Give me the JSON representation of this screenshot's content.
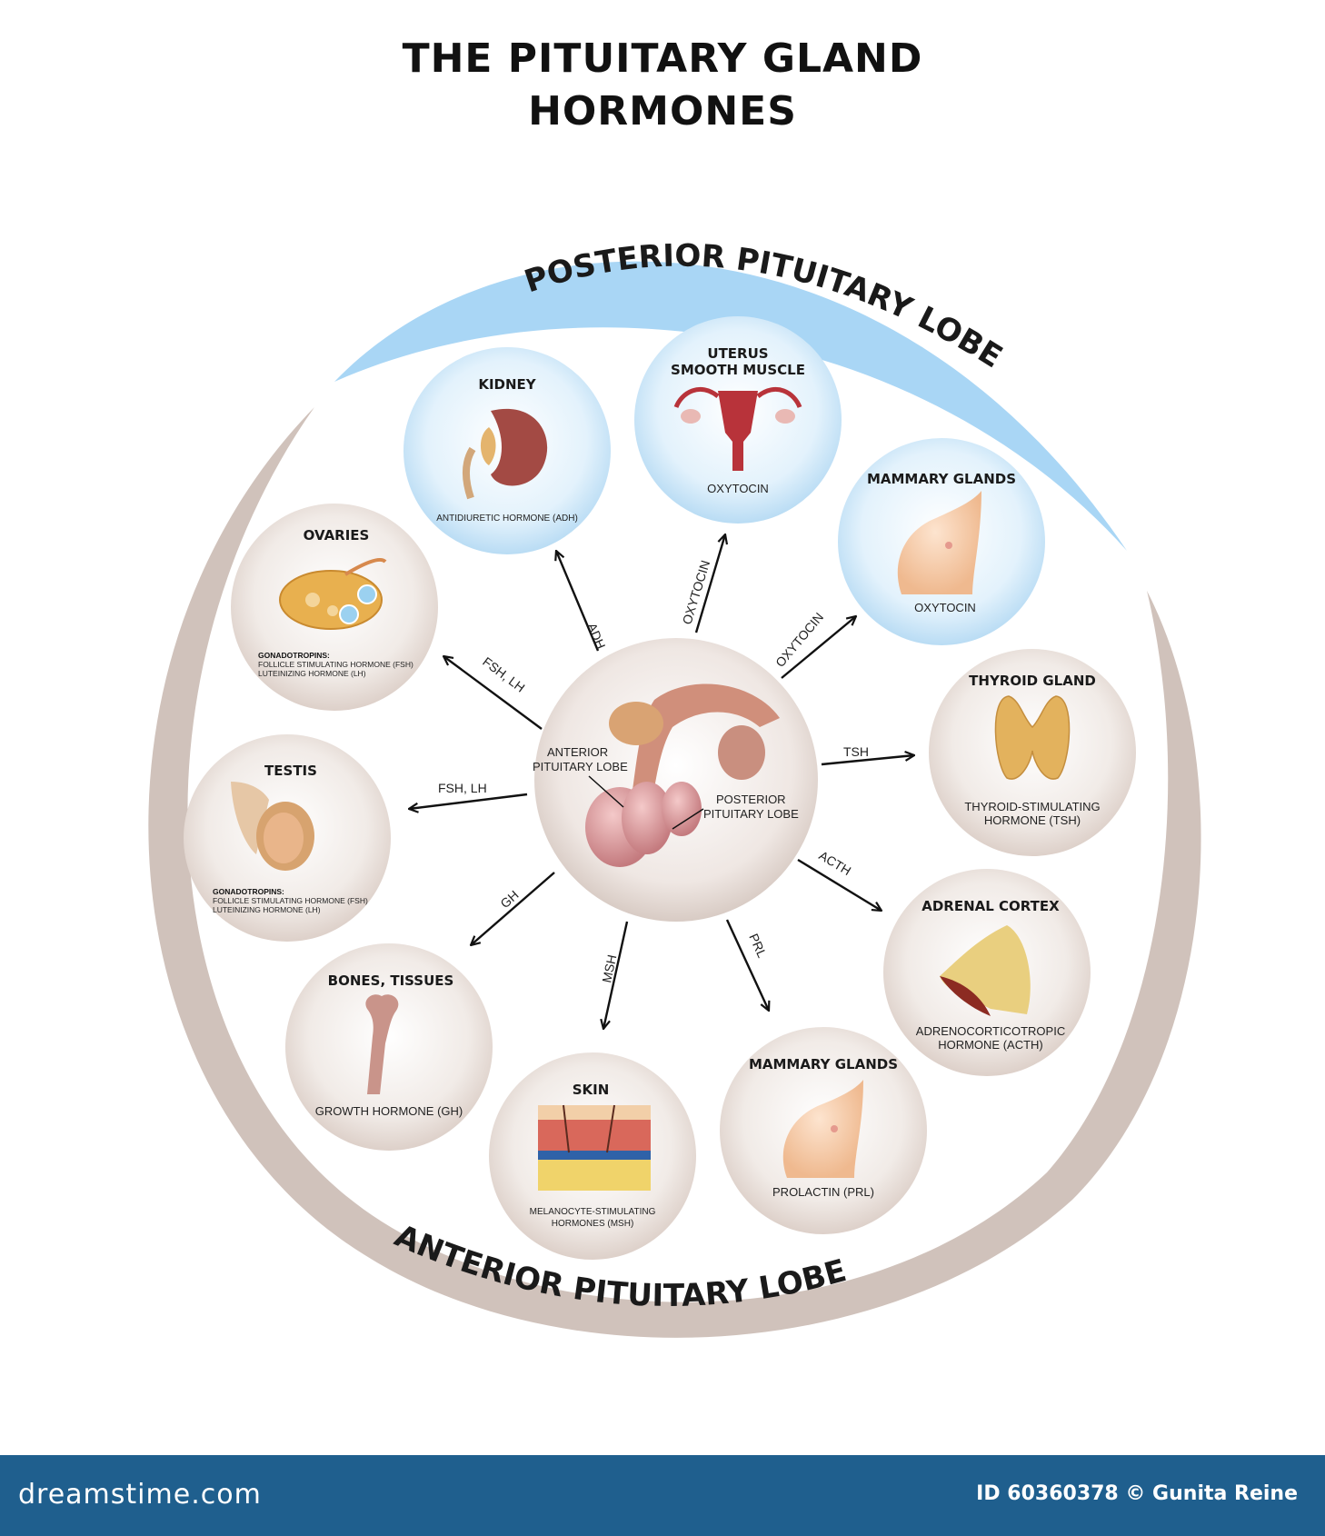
{
  "title": {
    "line1": "THE PITUITARY GLAND",
    "line2": "HORMONES"
  },
  "arcs": {
    "posterior": "POSTERIOR PITUITARY LOBE",
    "anterior": "ANTERIOR PITUITARY LOBE"
  },
  "center": {
    "anterior_line1": "ANTERIOR",
    "anterior_line2": "PITUITARY LOBE",
    "posterior_line1": "POSTERIOR",
    "posterior_line2": "PITUITARY LOBE"
  },
  "targets": {
    "kidney": {
      "title": "KIDNEY",
      "hormone": "ANTIDIURETIC HORMONE (ADH)"
    },
    "uterus": {
      "title1": "UTERUS",
      "title2": "SMOOTH MUSCLE",
      "hormone": "OXYTOCIN"
    },
    "mammary_posterior": {
      "title": "MAMMARY GLANDS",
      "hormone": "OXYTOCIN"
    },
    "thyroid": {
      "title": "THYROID GLAND",
      "hormone1": "THYROID-STIMULATING",
      "hormone2": "HORMONE (TSH)"
    },
    "adrenal": {
      "title": "ADRENAL CORTEX",
      "hormone1": "ADRENOCORTICOTROPIC",
      "hormone2": "HORMONE (ACTH)"
    },
    "mammary_anterior": {
      "title": "MAMMARY GLANDS",
      "hormone": "PROLACTIN (PRL)"
    },
    "skin": {
      "title": "SKIN",
      "hormone1": "MELANOCYTE-STIMULATING",
      "hormone2": "HORMONES (MSH)"
    },
    "bones": {
      "title": "BONES, TISSUES",
      "hormone": "GROWTH HORMONE (GH)"
    },
    "testis": {
      "title": "TESTIS",
      "hormone1": "GONADOTROPINS:",
      "hormone2": "FOLLICLE STIMULATING HORMONE (FSH)",
      "hormone3": "LUTEINIZING HORMONE (LH)"
    },
    "ovaries": {
      "title": "OVARIES",
      "hormone1": "GONADOTROPINS:",
      "hormone2": "FOLLICLE STIMULATING HORMONE (FSH)",
      "hormone3": "LUTEINIZING HORMONE (LH)"
    }
  },
  "arrows": {
    "adh": "ADH",
    "oxytocin_uterus": "OXYTOCIN",
    "oxytocin_mammary": "OXYTOCIN",
    "tsh": "TSH",
    "acth": "ACTH",
    "prl": "PRL",
    "msh": "MSH",
    "gh": "GH",
    "fsh_lh_testis": "FSH, LH",
    "fsh_lh_ovaries": "FSH, LH"
  },
  "footer": {
    "logo": "dreamstime.com",
    "credit": "ID 60360378 © Gunita Reine"
  },
  "colors": {
    "posterior_arc": "#9fd0f2",
    "anterior_arc": "#cdbdb5",
    "posterior_node": "#d3eaf9",
    "anterior_node": "#ebe2dd",
    "footer": "#1f5f8e"
  }
}
